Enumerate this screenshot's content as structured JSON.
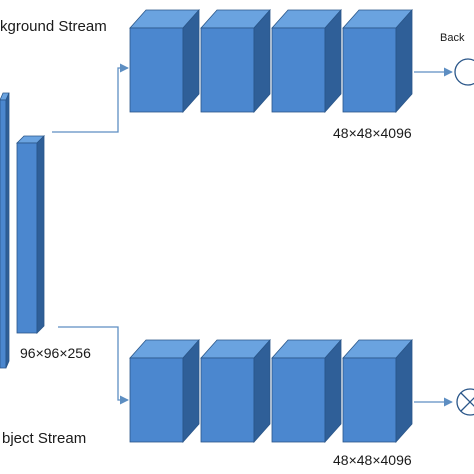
{
  "labels": {
    "background_stream": "kground Stream",
    "object_stream": "bject Stream",
    "background_output": "Back",
    "feature_dims_1": "96×96×256",
    "feature_dims_2": "48×48×4096",
    "feature_dims_3": "48×48×4096"
  },
  "colors": {
    "block_front": "#4b87cf",
    "block_top": "#6aa3e0",
    "block_side": "#2f5f98",
    "block_outline": "#2a5689",
    "arrow": "#5d8ec2"
  }
}
